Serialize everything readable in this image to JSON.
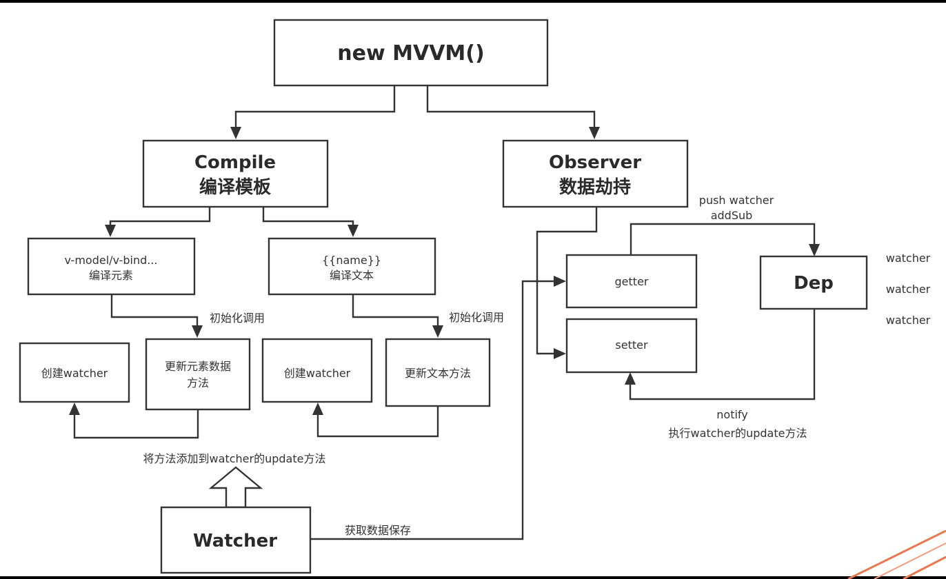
{
  "diagram": {
    "root": "new MVVM()",
    "compile": {
      "title": "Compile",
      "subtitle": "编译模板"
    },
    "observer": {
      "title": "Observer",
      "subtitle": "数据劫持"
    },
    "vmodel": {
      "line1": "v-model/v-bind...",
      "line2": "编译元素"
    },
    "name_text": {
      "line1": "{{name}}",
      "line2": "编译文本"
    },
    "create_watcher_1": "创建watcher",
    "update_element": {
      "line1": "更新元素数据",
      "line2": "方法"
    },
    "create_watcher_2": "创建watcher",
    "update_text": "更新文本方法",
    "getter": "getter",
    "setter": "setter",
    "dep": "Dep",
    "watcher_list": [
      "watcher",
      "watcher",
      "watcher"
    ],
    "watcher_box": "Watcher",
    "labels": {
      "init_call_1": "初始化调用",
      "init_call_2": "初始化调用",
      "push_watcher": "push watcher",
      "add_sub": "addSub",
      "notify": "notify",
      "exec_update": "执行watcher的update方法",
      "add_method": "将方法添加到watcher的update方法",
      "get_data": "获取数据保存"
    }
  }
}
